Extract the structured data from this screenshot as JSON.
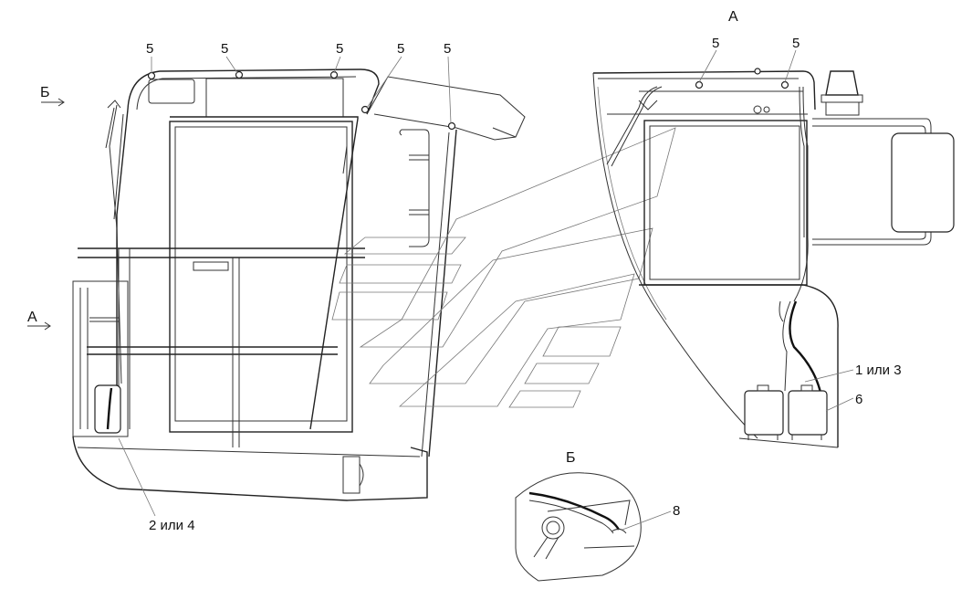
{
  "views": {
    "a": "А",
    "b": "Б"
  },
  "arrows": {
    "b": "Б",
    "a": "А"
  },
  "callouts": {
    "fastener": "5",
    "tank_left": "2 или 4",
    "tank_right": "1 или 3",
    "pump": "6",
    "hose_detail": "8"
  }
}
